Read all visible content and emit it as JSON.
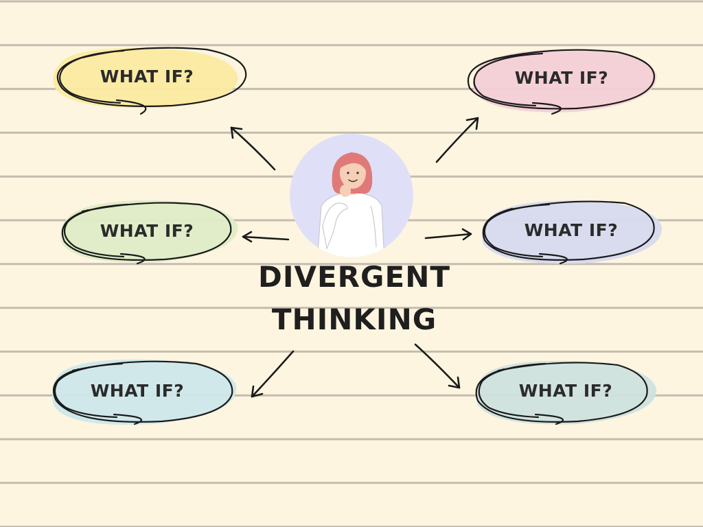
{
  "title": {
    "line1": "DIVERGENT",
    "line2": "THINKING"
  },
  "colors": {
    "paper": "#fdf5df",
    "rule_line": "#c4bcaf",
    "ink": "#1a1a1a",
    "avatar_circle": "#dfe0f8",
    "hair": "#e07a78",
    "skin": "#f6cfb8",
    "shirt": "#ffffff"
  },
  "nodes": [
    {
      "id": "top-left",
      "label": "WHAT IF?",
      "color": "#fbeaa0"
    },
    {
      "id": "top-right",
      "label": "WHAT IF?",
      "color": "#f3cfd6"
    },
    {
      "id": "middle-left",
      "label": "WHAT IF?",
      "color": "#deecc6"
    },
    {
      "id": "middle-right",
      "label": "WHAT IF?",
      "color": "#d7d9ee"
    },
    {
      "id": "bottom-left",
      "label": "WHAT IF?",
      "color": "#cde7ea"
    },
    {
      "id": "bottom-right",
      "label": "WHAT IF?",
      "color": "#cfe2de"
    }
  ],
  "center_illustration": {
    "icon": "thinking-woman-icon"
  }
}
